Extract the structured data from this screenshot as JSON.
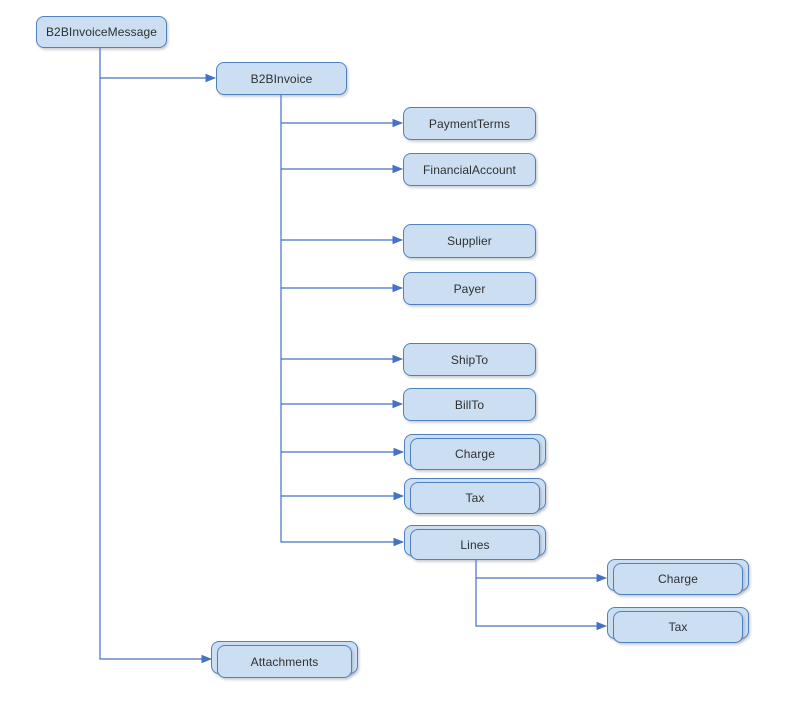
{
  "diagram": {
    "type": "hierarchy-tree",
    "colors": {
      "node_fill": "#CBDEF2",
      "node_border": "#4F81BD",
      "connector": "#4472C4",
      "text": "#303030",
      "background": "#FFFFFF"
    },
    "nodes": [
      {
        "id": "b2binvoicemessage",
        "label": "B2BInvoiceMessage",
        "stacked": false
      },
      {
        "id": "b2binvoice",
        "label": "B2BInvoice",
        "stacked": false
      },
      {
        "id": "paymentterms",
        "label": "PaymentTerms",
        "stacked": false
      },
      {
        "id": "financialaccount",
        "label": "FinancialAccount",
        "stacked": false
      },
      {
        "id": "supplier",
        "label": "Supplier",
        "stacked": false
      },
      {
        "id": "payer",
        "label": "Payer",
        "stacked": false
      },
      {
        "id": "shipto",
        "label": "ShipTo",
        "stacked": false
      },
      {
        "id": "billto",
        "label": "BillTo",
        "stacked": false
      },
      {
        "id": "charge",
        "label": "Charge",
        "stacked": true
      },
      {
        "id": "tax",
        "label": "Tax",
        "stacked": true
      },
      {
        "id": "lines",
        "label": "Lines",
        "stacked": true
      },
      {
        "id": "lines-charge",
        "label": "Charge",
        "stacked": true
      },
      {
        "id": "lines-tax",
        "label": "Tax",
        "stacked": true
      },
      {
        "id": "attachments",
        "label": "Attachments",
        "stacked": true
      }
    ],
    "edges": [
      {
        "from": "b2binvoicemessage",
        "to": "b2binvoice"
      },
      {
        "from": "b2binvoicemessage",
        "to": "attachments"
      },
      {
        "from": "b2binvoice",
        "to": "paymentterms"
      },
      {
        "from": "b2binvoice",
        "to": "financialaccount"
      },
      {
        "from": "b2binvoice",
        "to": "supplier"
      },
      {
        "from": "b2binvoice",
        "to": "payer"
      },
      {
        "from": "b2binvoice",
        "to": "shipto"
      },
      {
        "from": "b2binvoice",
        "to": "billto"
      },
      {
        "from": "b2binvoice",
        "to": "charge"
      },
      {
        "from": "b2binvoice",
        "to": "tax"
      },
      {
        "from": "b2binvoice",
        "to": "lines"
      },
      {
        "from": "lines",
        "to": "lines-charge"
      },
      {
        "from": "lines",
        "to": "lines-tax"
      },
      {
        "from": "b2binvoicemessage",
        "to": "attachments"
      }
    ]
  }
}
